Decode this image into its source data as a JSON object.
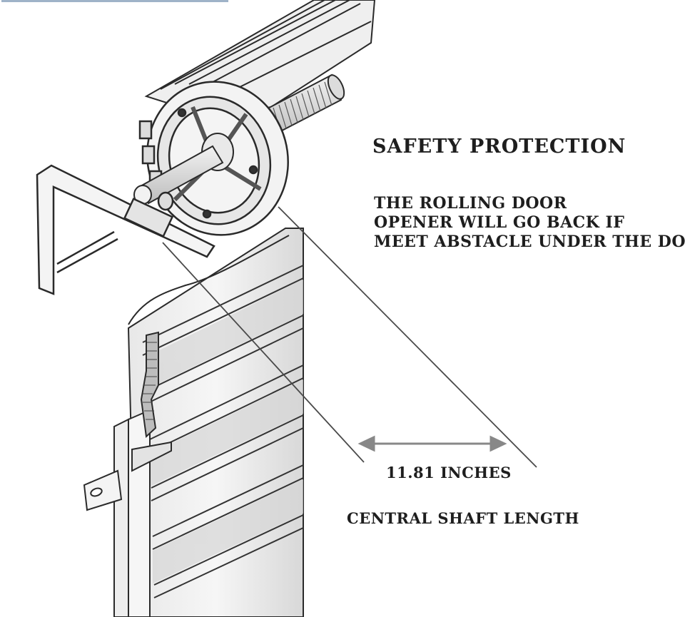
{
  "colors": {
    "background": "#ffffff",
    "line": "#2a2a2a",
    "metal_fill": "#f1f1f1",
    "shade": "#cfcfcf",
    "dark_shade": "#9a9a9a",
    "arrow": "#888888"
  },
  "title": "SAFETY PROTECTION",
  "description": {
    "lines": [
      "THE ROLLING DOOR",
      "OPENER WILL GO BACK IF",
      "MEET ABSTACLE UNDER THE DOOR."
    ]
  },
  "dimension": {
    "value": "11.81 INCHES",
    "caption": "CENTRAL SHAFT LENGTH"
  },
  "icons": [
    "rolling-door-drum-illustration",
    "double-arrow-icon"
  ]
}
